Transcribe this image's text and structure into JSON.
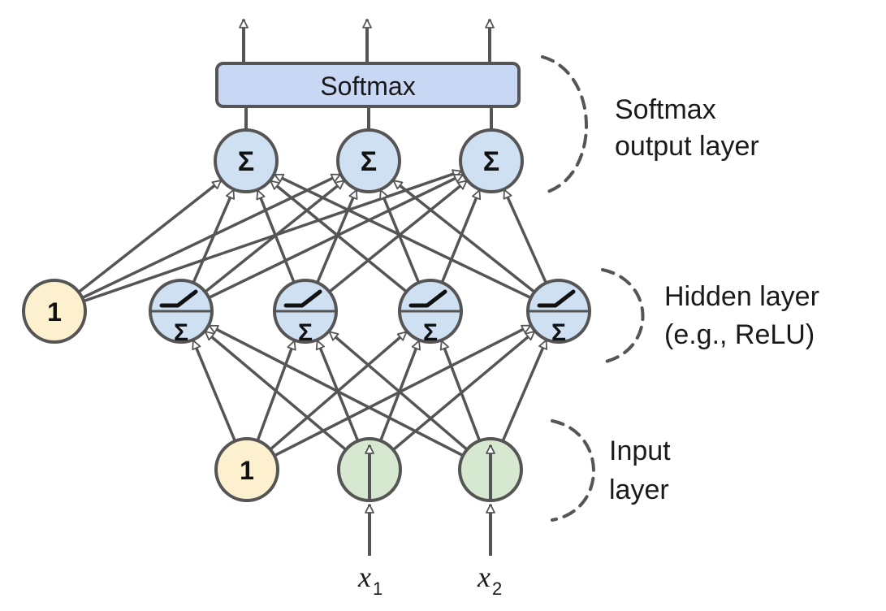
{
  "colors": {
    "line": "#555555",
    "node_stroke": "#555555",
    "neuron_fill": "#cfe0f3",
    "bias_fill": "#fdf0cf",
    "input_fill": "#d6e8cf",
    "softmax_fill": "#c8d7f3",
    "bracket": "#555555"
  },
  "output": {
    "softmax_label": "Softmax",
    "neuron_symbol": "Σ"
  },
  "hidden": {
    "bias_label": "1",
    "neuron_symbol": "Σ",
    "activation_icon": "relu-step-icon"
  },
  "input": {
    "bias_label": "1",
    "x1_var": "x",
    "x1_sub": "1",
    "x2_var": "x",
    "x2_sub": "2"
  },
  "annotations": {
    "softmax_line1": "Softmax",
    "softmax_line2": "output layer",
    "hidden_line1": "Hidden layer",
    "hidden_line2": "(e.g., ReLU)",
    "input_line1": "Input",
    "input_line2": "layer"
  }
}
